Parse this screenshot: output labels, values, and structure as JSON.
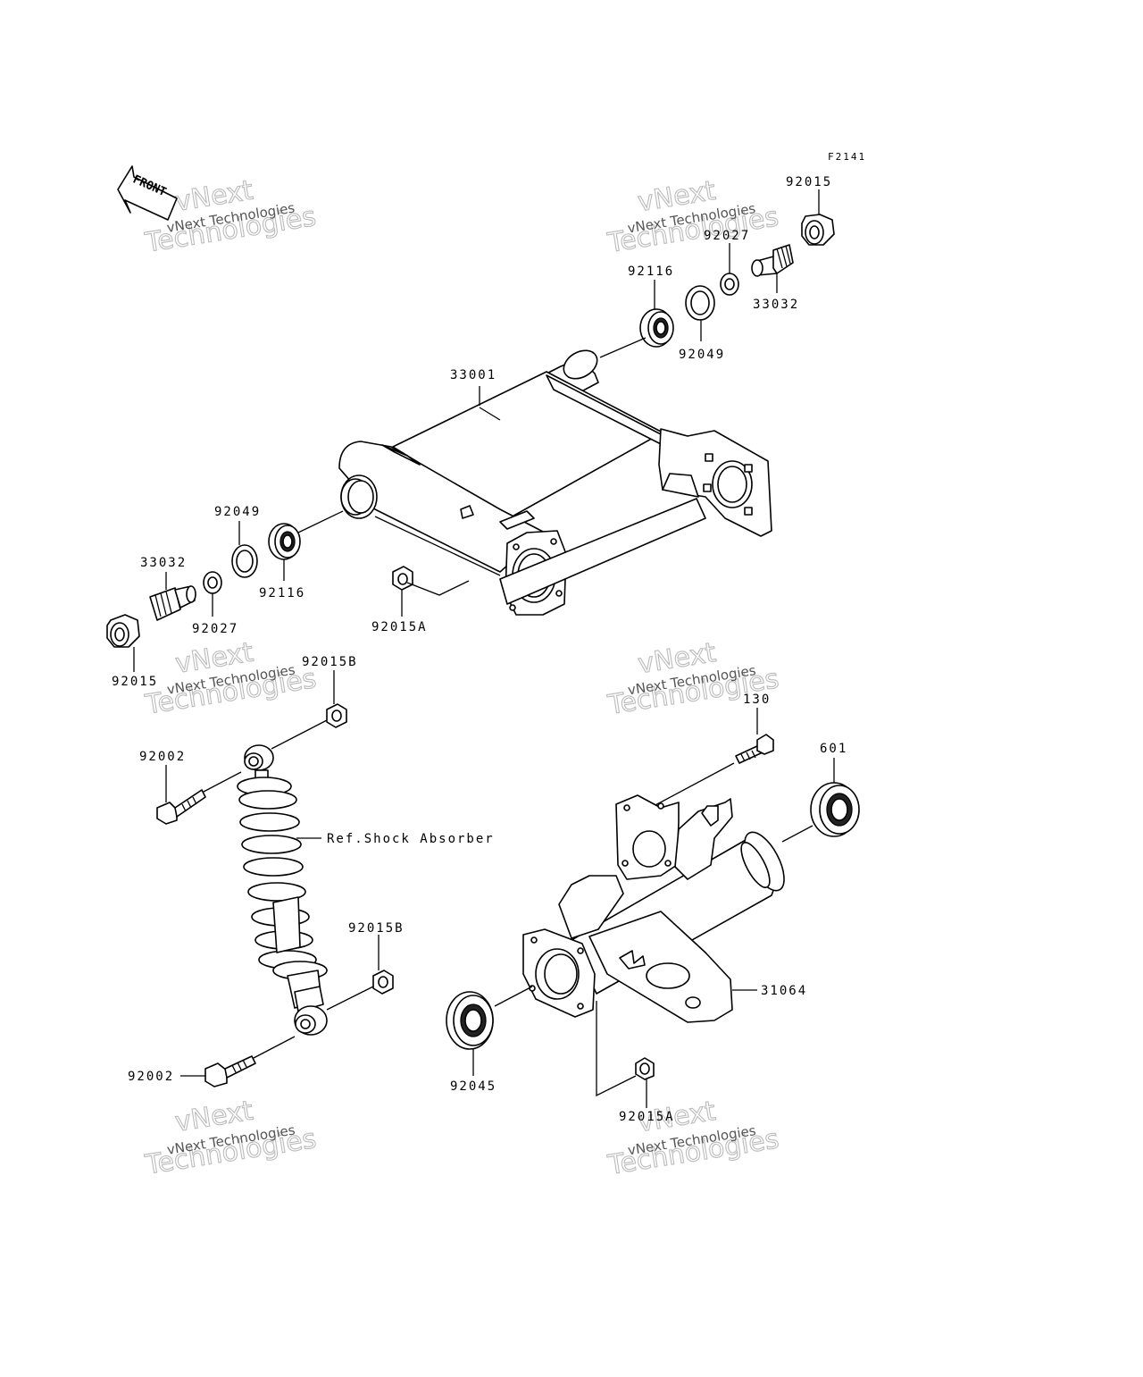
{
  "diagram": {
    "code": "F2141",
    "front_badge": "FRONT",
    "watermark": {
      "line1": "vNext Technologies",
      "line2": "Technologies",
      "line3": "vNext"
    },
    "callouts": {
      "p92015_top": "92015",
      "p92027_top": "92027",
      "p92116_top": "92116",
      "p33032_top": "33032",
      "p92049_top": "92049",
      "p33001": "33001",
      "p92049_left": "92049",
      "p33032_left": "33032",
      "p92027_left": "92027",
      "p92116_left": "92116",
      "p92015_left": "92015",
      "p92015A_top": "92015A",
      "p92015B_top": "92015B",
      "p92002_top": "92002",
      "p_shock": "Ref.Shock Absorber",
      "p92015B_mid": "92015B",
      "p92002_bottom": "92002",
      "p130": "130",
      "p601": "601",
      "p31064": "31064",
      "p92045": "92045",
      "p92015A_bottom": "92015A"
    }
  }
}
